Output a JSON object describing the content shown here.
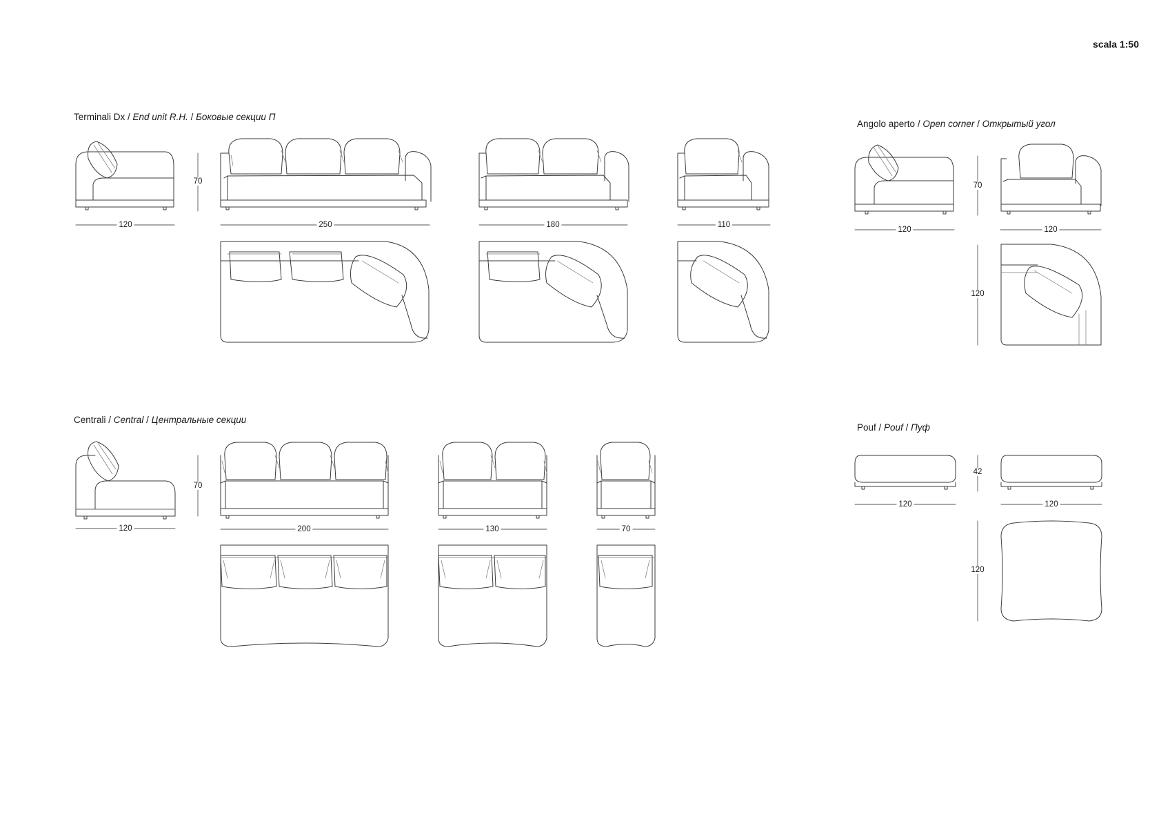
{
  "scale_label": "scala 1:50",
  "sections": {
    "terminali": {
      "it": "Terminali Dx",
      "sep1": " / ",
      "en": "End unit R.H.",
      "sep2": " / ",
      "ru": "Боковые секции П"
    },
    "angolo": {
      "it": "Angolo aperto",
      "sep1": " / ",
      "en": "Open corner",
      "sep2": " / ",
      "ru": "Открытый угол"
    },
    "centrali": {
      "it": "Centrali",
      "sep1": " / ",
      "en": "Central",
      "sep2": " / ",
      "ru": "Центральные секции"
    },
    "pouf": {
      "it": "Pouf",
      "sep1": " / ",
      "en": "Pouf",
      "sep2": " / ",
      "ru": "Пуф"
    }
  },
  "dimensions": {
    "terminali": {
      "depth": "120",
      "height": "70",
      "widths": [
        "250",
        "180",
        "110"
      ]
    },
    "angolo": {
      "depth": "120",
      "height": "70",
      "width": "120",
      "plan_depth": "120"
    },
    "centrali": {
      "depth": "120",
      "height": "70",
      "widths": [
        "200",
        "130",
        "70"
      ]
    },
    "pouf": {
      "depth": "120",
      "height": "42",
      "width": "120",
      "plan_depth": "120"
    }
  }
}
